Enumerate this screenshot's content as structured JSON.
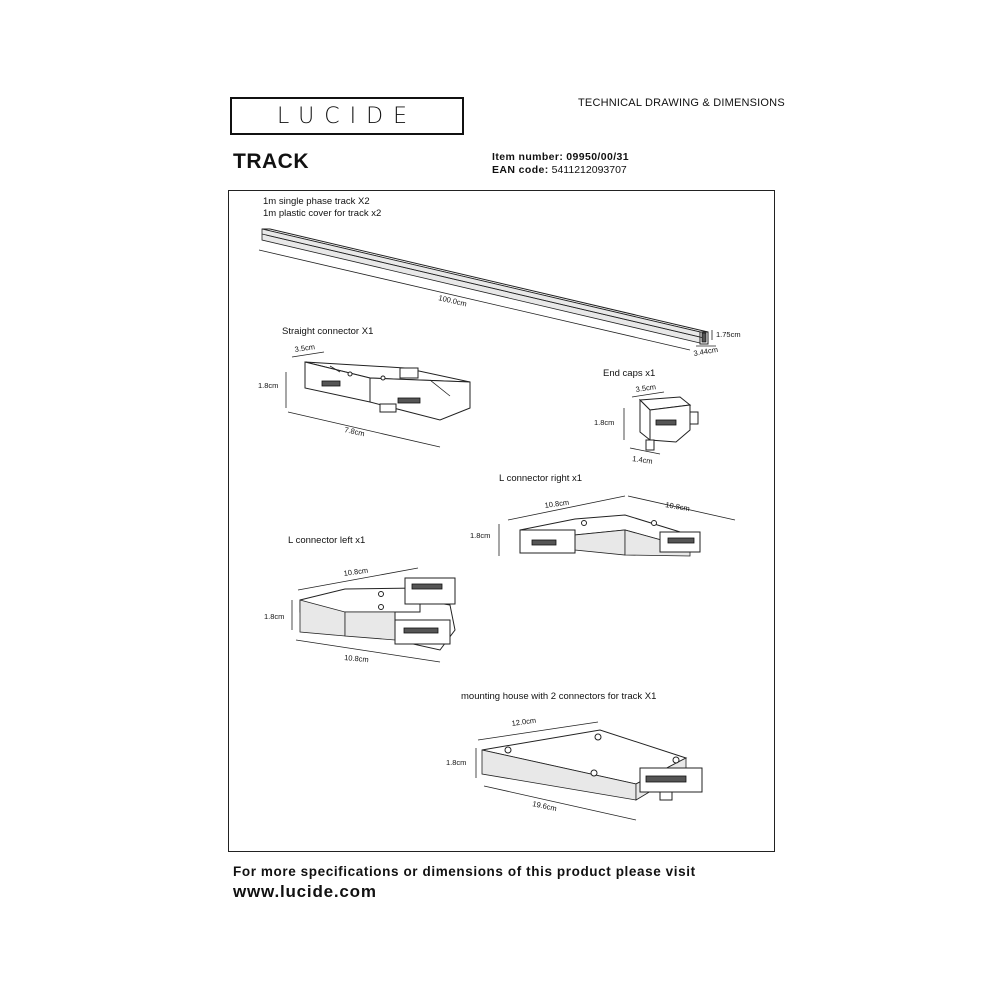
{
  "brand": {
    "logo_text": "LUCIDE"
  },
  "header": {
    "doc_type": "TECHNICAL DRAWING & DIMENSIONS",
    "title": "TRACK"
  },
  "meta": {
    "item_label": "Item number:",
    "item_value": "09950/00/31",
    "ean_label": "EAN code:",
    "ean_value": "5411212093707"
  },
  "parts": {
    "track": {
      "label_1": "1m single phase track  X2",
      "label_2": "1m plastic cover for track   x2",
      "length": "100.0cm",
      "height": "1.75cm",
      "width": "3.44cm"
    },
    "straight": {
      "label": "Straight connector  X1",
      "width": "3.5cm",
      "height": "1.8cm",
      "length": "7.8cm"
    },
    "endcaps": {
      "label": "End caps x1",
      "width": "3.5cm",
      "height": "1.8cm",
      "depth": "1.4cm"
    },
    "l_right": {
      "label": "L connector right  x1",
      "arm_a": "10.8cm",
      "arm_b": "10.8cm",
      "height": "1.8cm"
    },
    "l_left": {
      "label": "L connector left  x1",
      "arm_a": "10.8cm",
      "arm_b": "10.8cm",
      "height": "1.8cm"
    },
    "mounting": {
      "label": "mounting house  with 2 connectors  for track  X1",
      "width": "12.0cm",
      "height": "1.8cm",
      "length": "19.6cm"
    }
  },
  "footer": {
    "line_1": "For more specifications or dimensions of this product please visit",
    "url": "www.lucide.com"
  }
}
